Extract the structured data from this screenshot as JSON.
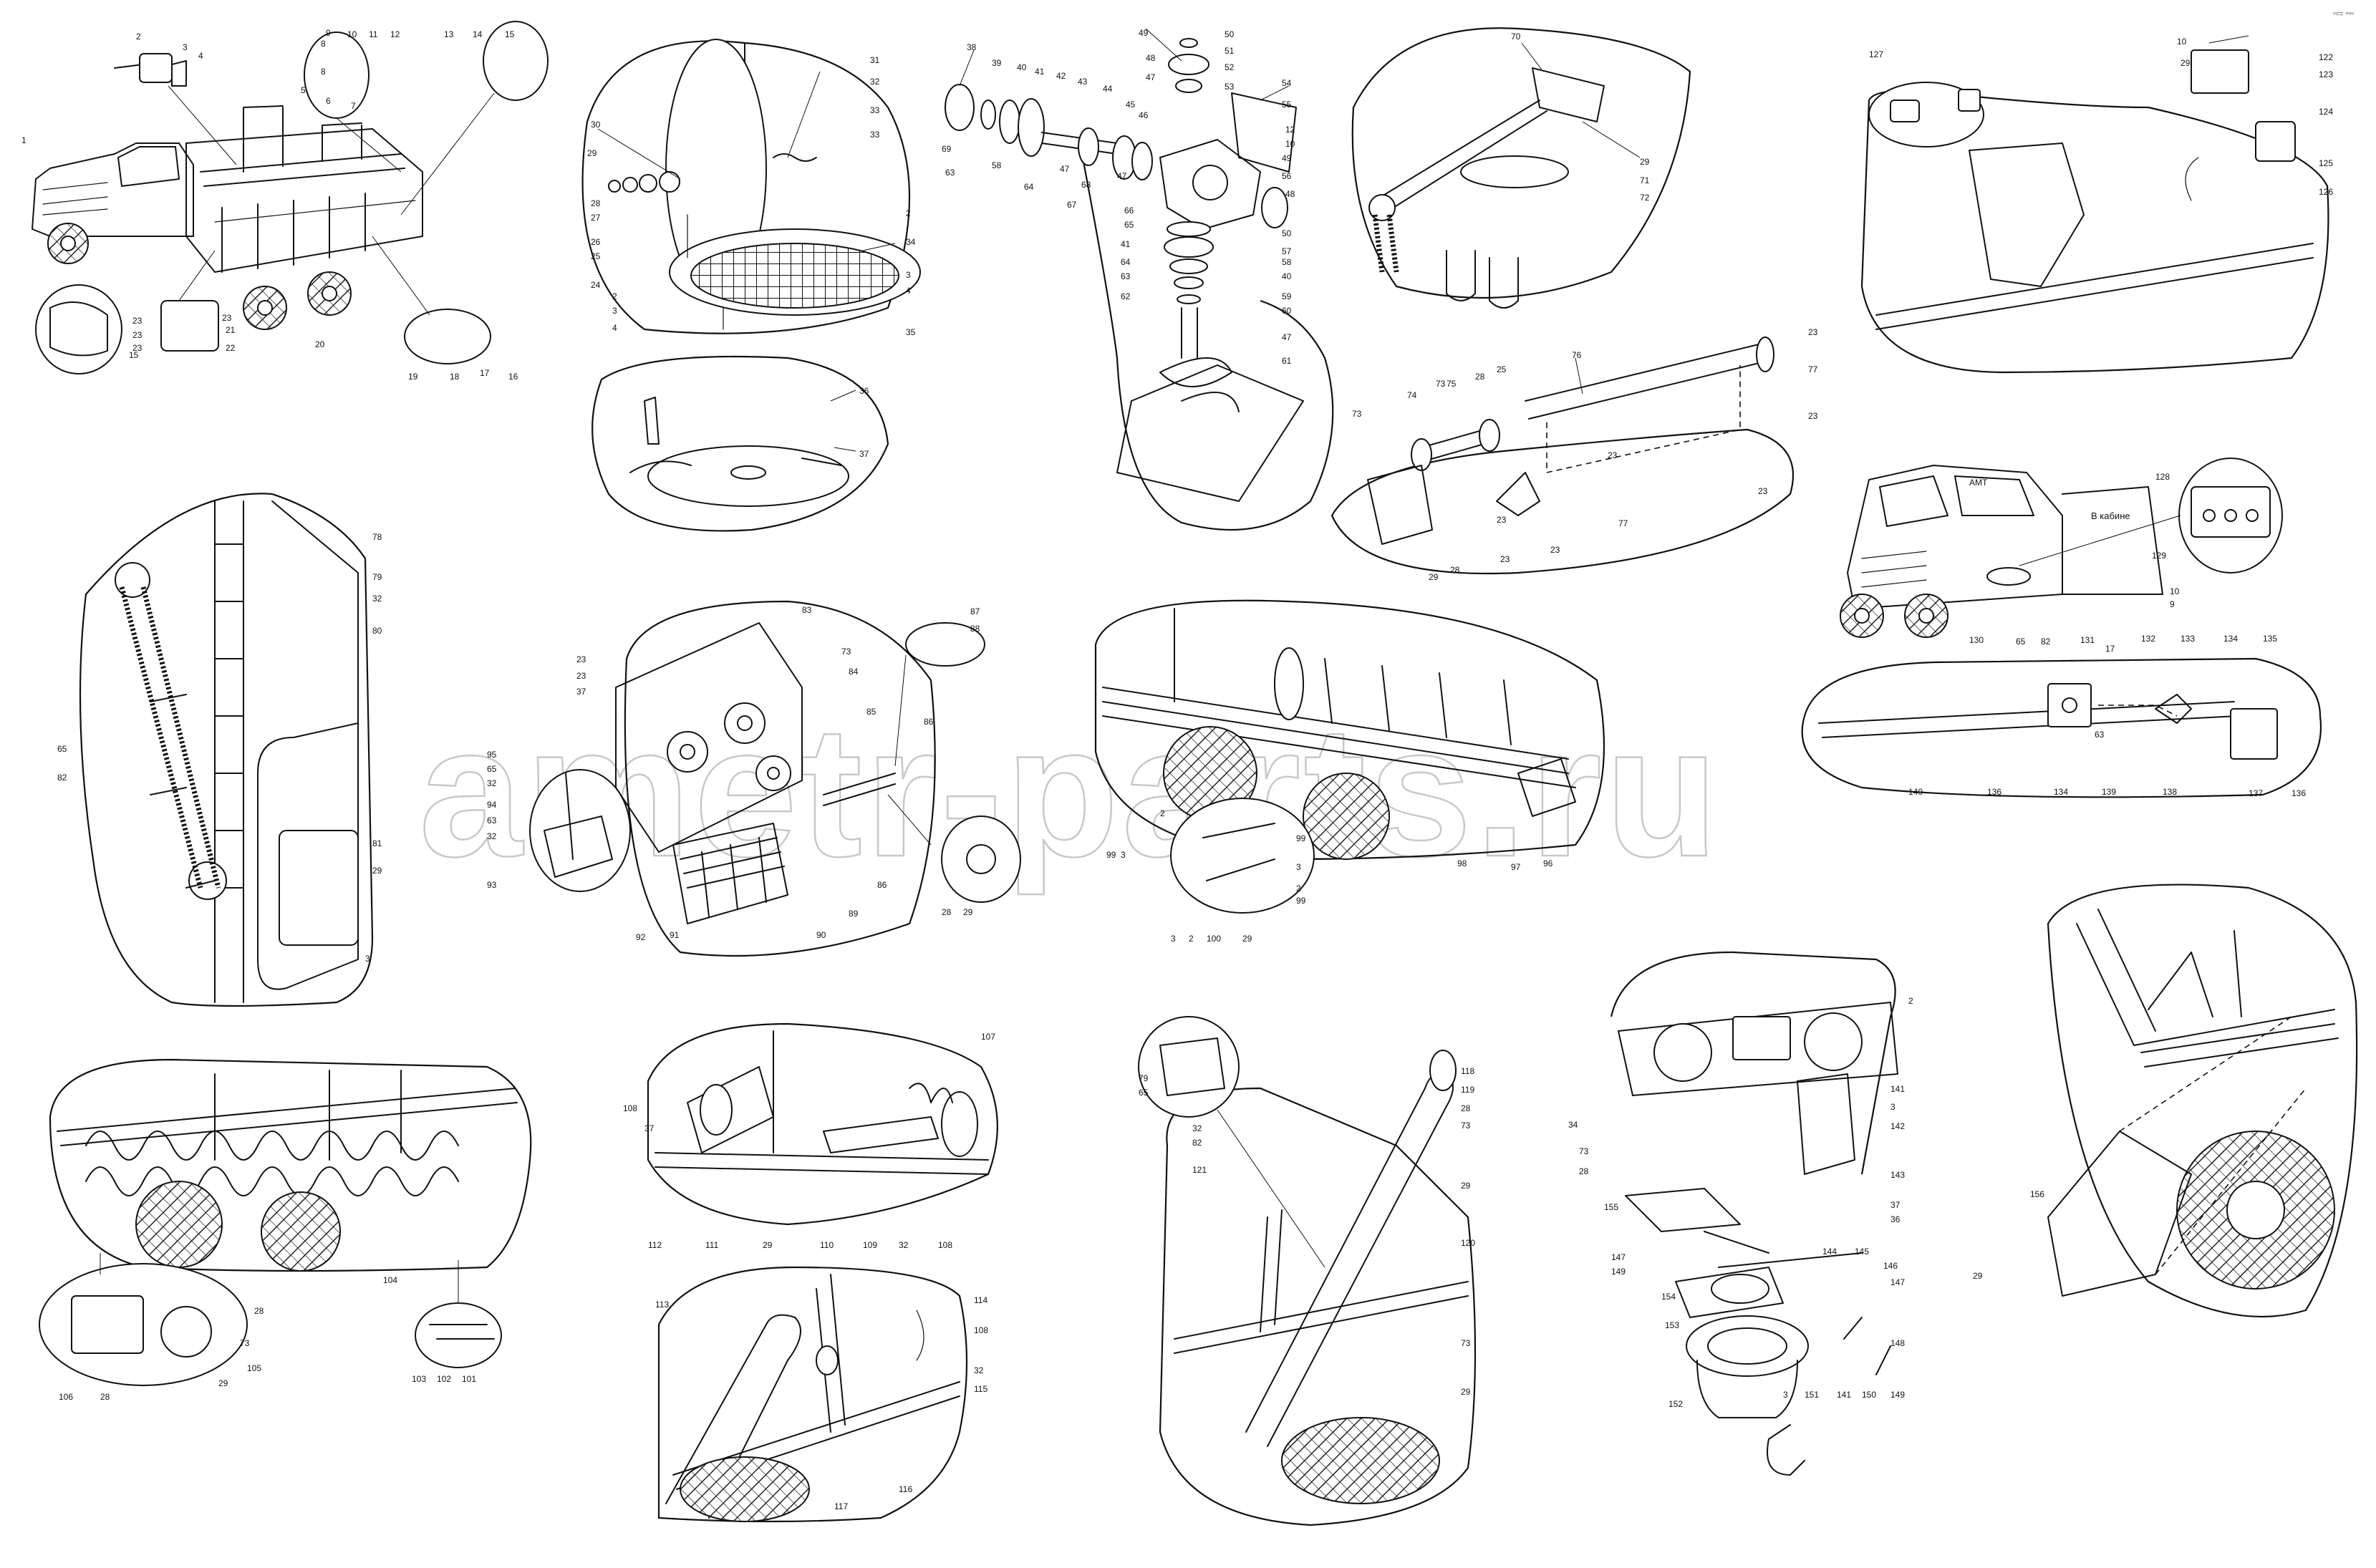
{
  "watermark": "ametr-parts.ru",
  "corner_mark": "▫▭ ▫▫▫",
  "cab_note": "В кабине",
  "plate_text": "АМТ",
  "panels": [
    {
      "id": "truck-overview",
      "labels": [
        "1",
        "2",
        "3",
        "4",
        "5",
        "6",
        "7",
        "8",
        "8",
        "9",
        "10",
        "11",
        "12",
        "13",
        "14",
        "15",
        "15",
        "16",
        "17",
        "18",
        "19",
        "20",
        "21",
        "22",
        "23",
        "23",
        "23",
        "23"
      ]
    },
    {
      "id": "hatch",
      "labels": [
        "2",
        "3",
        "4",
        "24",
        "25",
        "26",
        "27",
        "28",
        "29",
        "30",
        "31",
        "32",
        "33",
        "33",
        "34",
        "35",
        "3",
        "4"
      ]
    },
    {
      "id": "hatch-cover",
      "labels": [
        "36",
        "37"
      ]
    },
    {
      "id": "gearbox",
      "labels": [
        "38",
        "39",
        "40",
        "41",
        "42",
        "43",
        "44",
        "45",
        "46",
        "47",
        "47",
        "48",
        "48",
        "49",
        "49",
        "50",
        "50",
        "51",
        "52",
        "53",
        "54",
        "55",
        "56",
        "57",
        "58",
        "58",
        "59",
        "60",
        "61",
        "62",
        "63",
        "63",
        "64",
        "64",
        "65",
        "66",
        "67",
        "68",
        "69",
        "40",
        "41",
        "47"
      ]
    },
    {
      "id": "belt-drive",
      "labels": [
        "70",
        "71",
        "72",
        "29"
      ]
    },
    {
      "id": "cab-unit",
      "labels": [
        "10",
        "29",
        "122",
        "123",
        "124",
        "125",
        "126",
        "127"
      ]
    },
    {
      "id": "shaft-assembly",
      "labels": [
        "23",
        "23",
        "23",
        "23",
        "23",
        "23",
        "23",
        "25",
        "28",
        "28",
        "29",
        "73",
        "74",
        "75",
        "76",
        "77",
        "77",
        "29"
      ]
    },
    {
      "id": "cab-truck",
      "labels": [
        "128",
        "129",
        "10",
        "9"
      ]
    },
    {
      "id": "chain-drive",
      "labels": [
        "78",
        "79",
        "32",
        "80",
        "65",
        "82",
        "81",
        "29",
        "3"
      ]
    },
    {
      "id": "pump-block",
      "labels": [
        "83",
        "73",
        "84",
        "85",
        "86",
        "86",
        "87",
        "88",
        "89",
        "90",
        "91",
        "92",
        "23",
        "23",
        "37",
        "95",
        "65",
        "32",
        "94",
        "63",
        "32",
        "93",
        "28",
        "29"
      ]
    },
    {
      "id": "conveyor",
      "labels": [
        "96",
        "97",
        "98",
        "99",
        "99",
        "99",
        "2",
        "3",
        "2",
        "3",
        "3",
        "2",
        "29",
        "100",
        "99"
      ]
    },
    {
      "id": "control-panel",
      "labels": [
        "130",
        "65",
        "82",
        "131",
        "17",
        "132",
        "133",
        "134",
        "135",
        "136",
        "137",
        "138",
        "139",
        "134",
        "63",
        "140",
        "136"
      ]
    },
    {
      "id": "auger",
      "labels": [
        "104",
        "105",
        "106",
        "28",
        "73",
        "29",
        "28",
        "103",
        "102",
        "101"
      ]
    },
    {
      "id": "pipe-section",
      "labels": [
        "107",
        "108",
        "37",
        "112",
        "111",
        "29",
        "110",
        "109",
        "32",
        "108"
      ]
    },
    {
      "id": "pipe-lower",
      "labels": [
        "113",
        "114",
        "108",
        "32",
        "115",
        "116",
        "117"
      ]
    },
    {
      "id": "outlet-pipe",
      "labels": [
        "79",
        "65",
        "32",
        "82",
        "121",
        "118",
        "119",
        "28",
        "73",
        "29",
        "120",
        "73",
        "29"
      ]
    },
    {
      "id": "discharge",
      "labels": [
        "2",
        "34",
        "73",
        "28",
        "141",
        "3",
        "142",
        "143",
        "37",
        "36",
        "144",
        "145",
        "146",
        "147",
        "148",
        "149",
        "150",
        "141",
        "151",
        "3",
        "152",
        "153",
        "154",
        "155",
        "147",
        "149"
      ]
    },
    {
      "id": "rear-unloader",
      "labels": [
        "156",
        "29"
      ]
    }
  ]
}
